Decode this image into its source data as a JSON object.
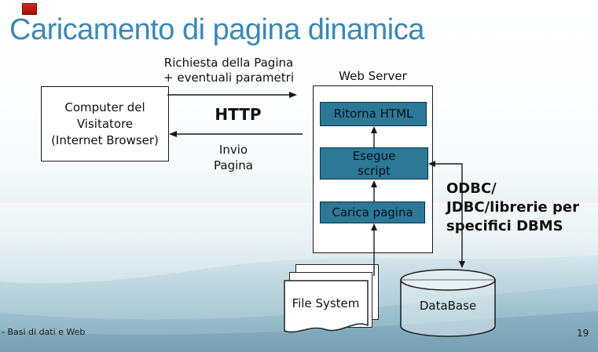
{
  "slide": {
    "title": "Caricamento di pagina dinamica",
    "footer_left": "- Basi di dati e Web",
    "page_number": "19"
  },
  "diagram": {
    "client_box": {
      "lines": [
        "Computer del",
        "Visitatore",
        "(Internet Browser)"
      ]
    },
    "request_label": {
      "lines": [
        "Richiesta della Pagina",
        "+ eventuali parametri"
      ]
    },
    "http_label": "HTTP",
    "response_label": {
      "lines": [
        "Invio",
        "Pagina"
      ]
    },
    "web_server_label": "Web Server",
    "server_steps": [
      {
        "label": "Ritorna HTML"
      },
      {
        "lines": [
          "Esegue",
          "script"
        ]
      },
      {
        "label": "Carica pagina"
      }
    ],
    "odbc_label": {
      "lines": [
        "ODBC/",
        "JDBC/librerie per",
        "specifici DBMS"
      ]
    },
    "file_system_label": "File System",
    "database_label": "DataBase"
  },
  "colors": {
    "title_blue": "#3c88b6",
    "step_teal": "#2c7897",
    "accent_red": "#c0160b",
    "swoosh_blue": "#86adc0"
  }
}
